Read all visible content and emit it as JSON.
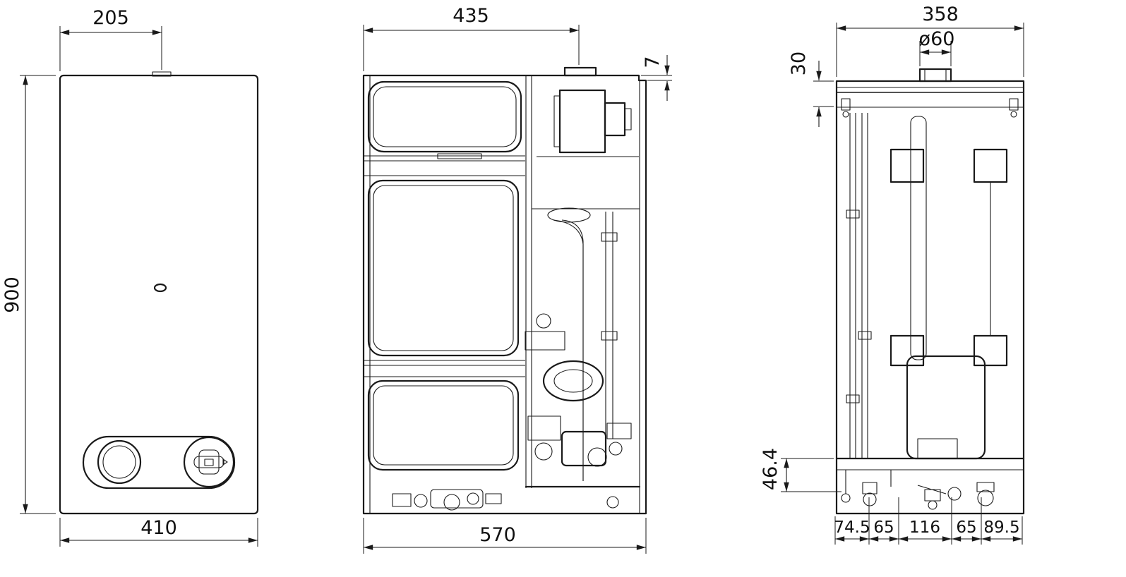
{
  "drawing": {
    "background": "#ffffff",
    "line_color": "#1a1a1a",
    "type": "technical-dimension-drawing",
    "subject": "wall-mounted gas water heater, three orthographic views",
    "views": {
      "front": {
        "label": "front-view",
        "dims": {
          "top_width": "205",
          "height": "900",
          "bottom_width": "410"
        }
      },
      "side": {
        "label": "side-section-view",
        "dims": {
          "top_width": "435",
          "top_offset": "7",
          "bottom_width": "570"
        }
      },
      "rear": {
        "label": "side-right-view",
        "dims": {
          "top_width": "358",
          "flue_diameter": "ø60",
          "cap_height": "30",
          "base_height": "46.4",
          "bottom_segments": [
            "74.5",
            "65",
            "116",
            "65",
            "89.5"
          ]
        }
      }
    }
  }
}
